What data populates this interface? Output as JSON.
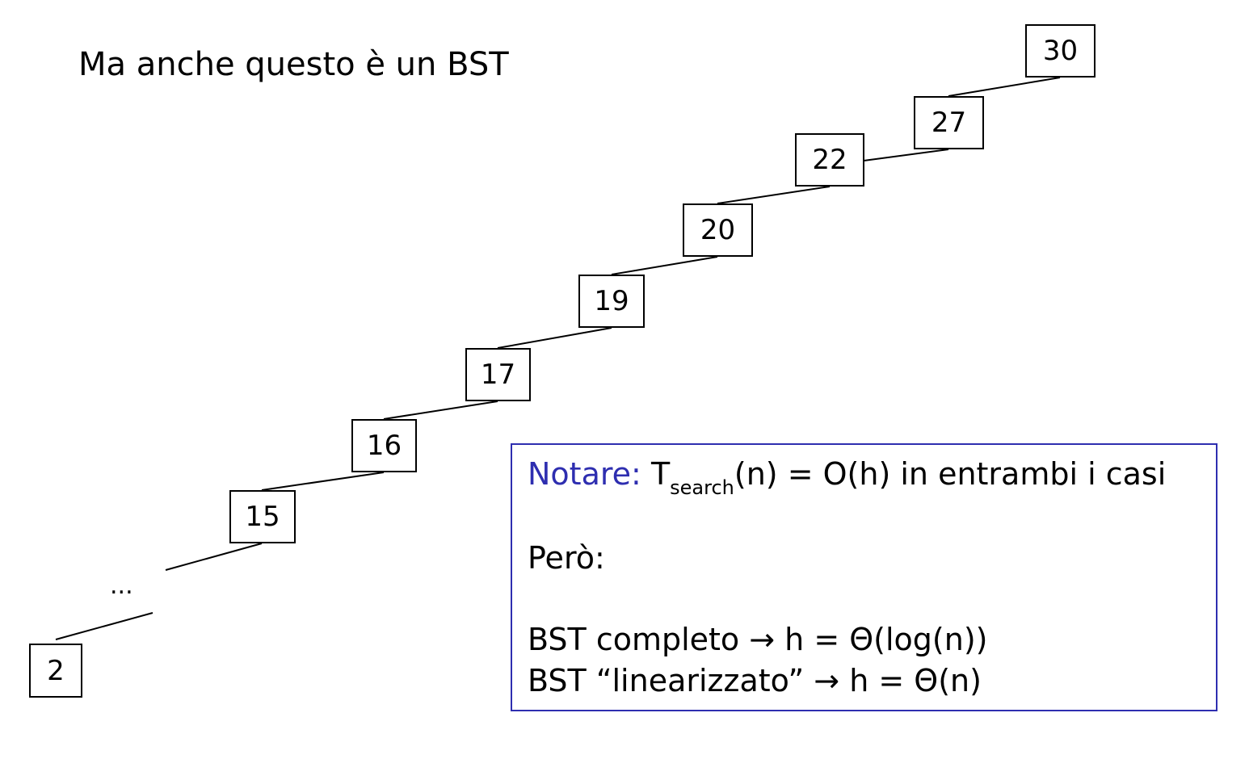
{
  "title": "Ma anche questo è un BST",
  "tree": {
    "nodes": [
      "30",
      "27",
      "22",
      "20",
      "19",
      "17",
      "16",
      "15",
      "2"
    ],
    "ellipsis": "..."
  },
  "note": {
    "label": "Notare:",
    "line1_prefix": "T",
    "line1_sub": "search",
    "line1_suffix": "(n) = O(h) in entrambi i casi",
    "line2": "Però:",
    "line3": "BST completo  →   h = Θ(log(n))",
    "line4": "BST “linearizzato” → h = Θ(n)"
  },
  "colors": {
    "note_border": "#2e2eb0",
    "note_label": "#2e2eb0"
  }
}
